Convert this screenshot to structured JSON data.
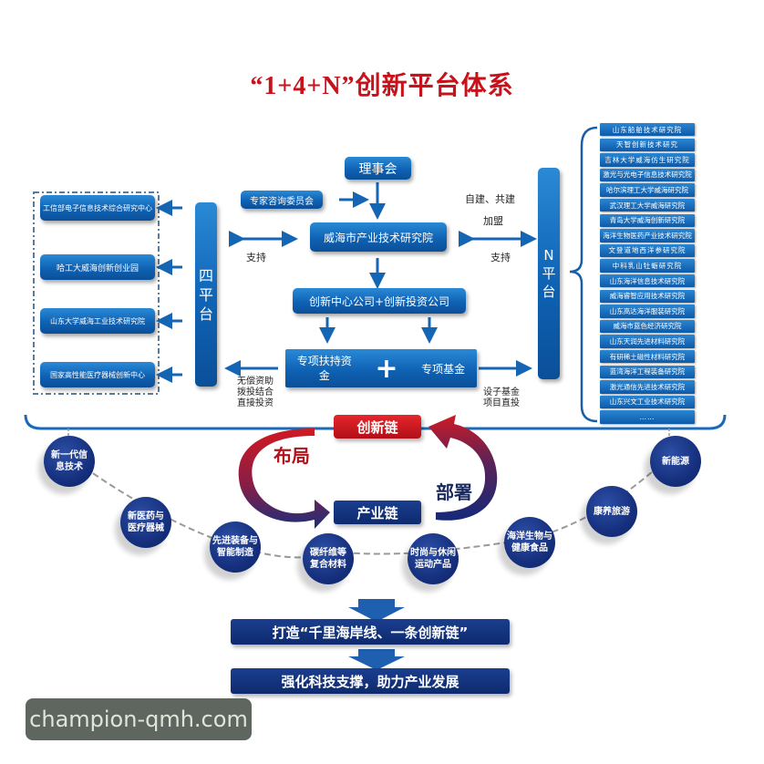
{
  "title": {
    "quote_part": "“1+4+N”",
    "text_part": "创新平台体系",
    "color": "#c8121b"
  },
  "center": {
    "council": "理事会",
    "expert_committee": "专家咨询委员会",
    "institute": "威海市产业技术研究院",
    "companies": "创新中心公司+创新投资公司",
    "fund_left": "专项扶持资金",
    "fund_plus": "+",
    "fund_right": "专项基金",
    "support_left": "支持",
    "support_right": "支持",
    "right_top_line1": "自建、共建",
    "right_top_line2": "加盟",
    "left_bottom_lines": [
      "无偿资助",
      "拨投结合",
      "直接投资"
    ],
    "right_bottom_lines": [
      "设子基金",
      "项目直投"
    ]
  },
  "four_platforms": {
    "label_chars": [
      "四",
      "平",
      "台"
    ],
    "items": [
      "工信部电子信息技术综合研究中心",
      "哈工大威海创新创业园",
      "山东大学威海工业技术研究院",
      "国家高性能医疗器械创新中心"
    ]
  },
  "n_platforms": {
    "label_chars": [
      "N",
      "平",
      "台"
    ],
    "items": [
      "山东船舶技术研究院",
      "天智创新技术研究",
      "吉林大学威海仿生研究院",
      "激光与光电子信息技术研究院",
      "哈尔滨理工大学威海研究院",
      "武汉理工大学威海研究院",
      "青岛大学威海创新研究院",
      "海洋生物医药产业技术研究院",
      "文登道地西洋参研究院",
      "中科乳山牡蛎研究院",
      "山东海洋信息技术研究院",
      "威海睿智应用技术研究院",
      "山东高达海洋服装研究院",
      "威海市蓝色经济研究院",
      "山东天润先进材料研究院",
      "有研稀土磁性材料研究院",
      "蓝湾海洋工程装备研究院",
      "激光通信先进技术研究院",
      "山东兴文工业技术研究院",
      "……"
    ]
  },
  "chains": {
    "innovation_chain": "创新链",
    "industry_chain": "产业链",
    "layout": "布局",
    "deploy": "部署"
  },
  "industries": [
    "新一代信息技术",
    "新医药与医疗器械",
    "先进装备与智能制造",
    "碳纤维等复合材料",
    "时尚与休闲运动产品",
    "海洋生物与健康食品",
    "康养旅游",
    "新能源"
  ],
  "bottom": {
    "line1": "打造“千里海岸线、一条创新链”",
    "line2": "强化科技支撑，助力产业发展"
  },
  "watermark": "champion-qmh.com"
}
